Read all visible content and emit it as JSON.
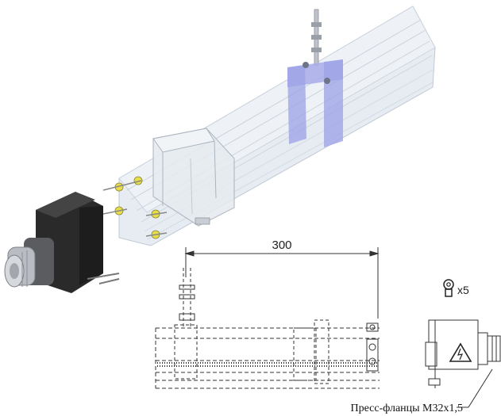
{
  "dimension": {
    "value": "300"
  },
  "lug_quantity": {
    "label": "x5"
  },
  "gland_caption": {
    "text": "Пресс-фланцы M32x1,5"
  },
  "icons": {
    "ring_lug": "ring-terminal-lug-icon",
    "warning": "warning-triangle-icon"
  },
  "colors": {
    "line": "#333333",
    "busway_body": "#dfe6ee",
    "clamp_violet": "#9aa0e8",
    "end_cap": "#2a2a2a",
    "gland_silver": "#b9bcc2",
    "bolt_yellow": "#e8de4a"
  }
}
